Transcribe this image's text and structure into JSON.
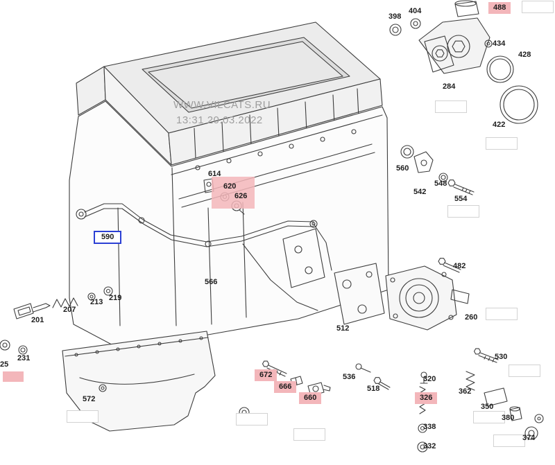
{
  "watermark": {
    "site": "WWW.VILCATS.RU",
    "timestamp": "13:31 20.03.2022"
  },
  "colors": {
    "highlight_pink": "#f3b6ba",
    "selected_blue": "#2b3fd4",
    "line": "#3c3c3c"
  },
  "selected_part": "590",
  "highlighted_parts": [
    "488",
    "620",
    "626",
    "672",
    "666",
    "660",
    "326"
  ],
  "labels": {
    "n398": "398",
    "n404": "404",
    "n488": "488",
    "n434": "434",
    "n428": "428",
    "n284": "284",
    "n422": "422",
    "n560": "560",
    "n542": "542",
    "n548": "548",
    "n554": "554",
    "n614": "614",
    "n620": "620",
    "n626": "626",
    "n590": "590",
    "n566": "566",
    "n482": "482",
    "n260": "260",
    "n201": "201",
    "n207": "207",
    "n213": "213",
    "n219": "219",
    "n231": "231",
    "n25": "25",
    "n512": "512",
    "n530": "530",
    "n536": "536",
    "n518": "518",
    "n672": "672",
    "n666": "666",
    "n660": "660",
    "n572": "572",
    "n320": "320",
    "n326": "326",
    "n362": "362",
    "n350": "350",
    "n380": "380",
    "n374": "374",
    "n338": "338",
    "n332": "332"
  }
}
